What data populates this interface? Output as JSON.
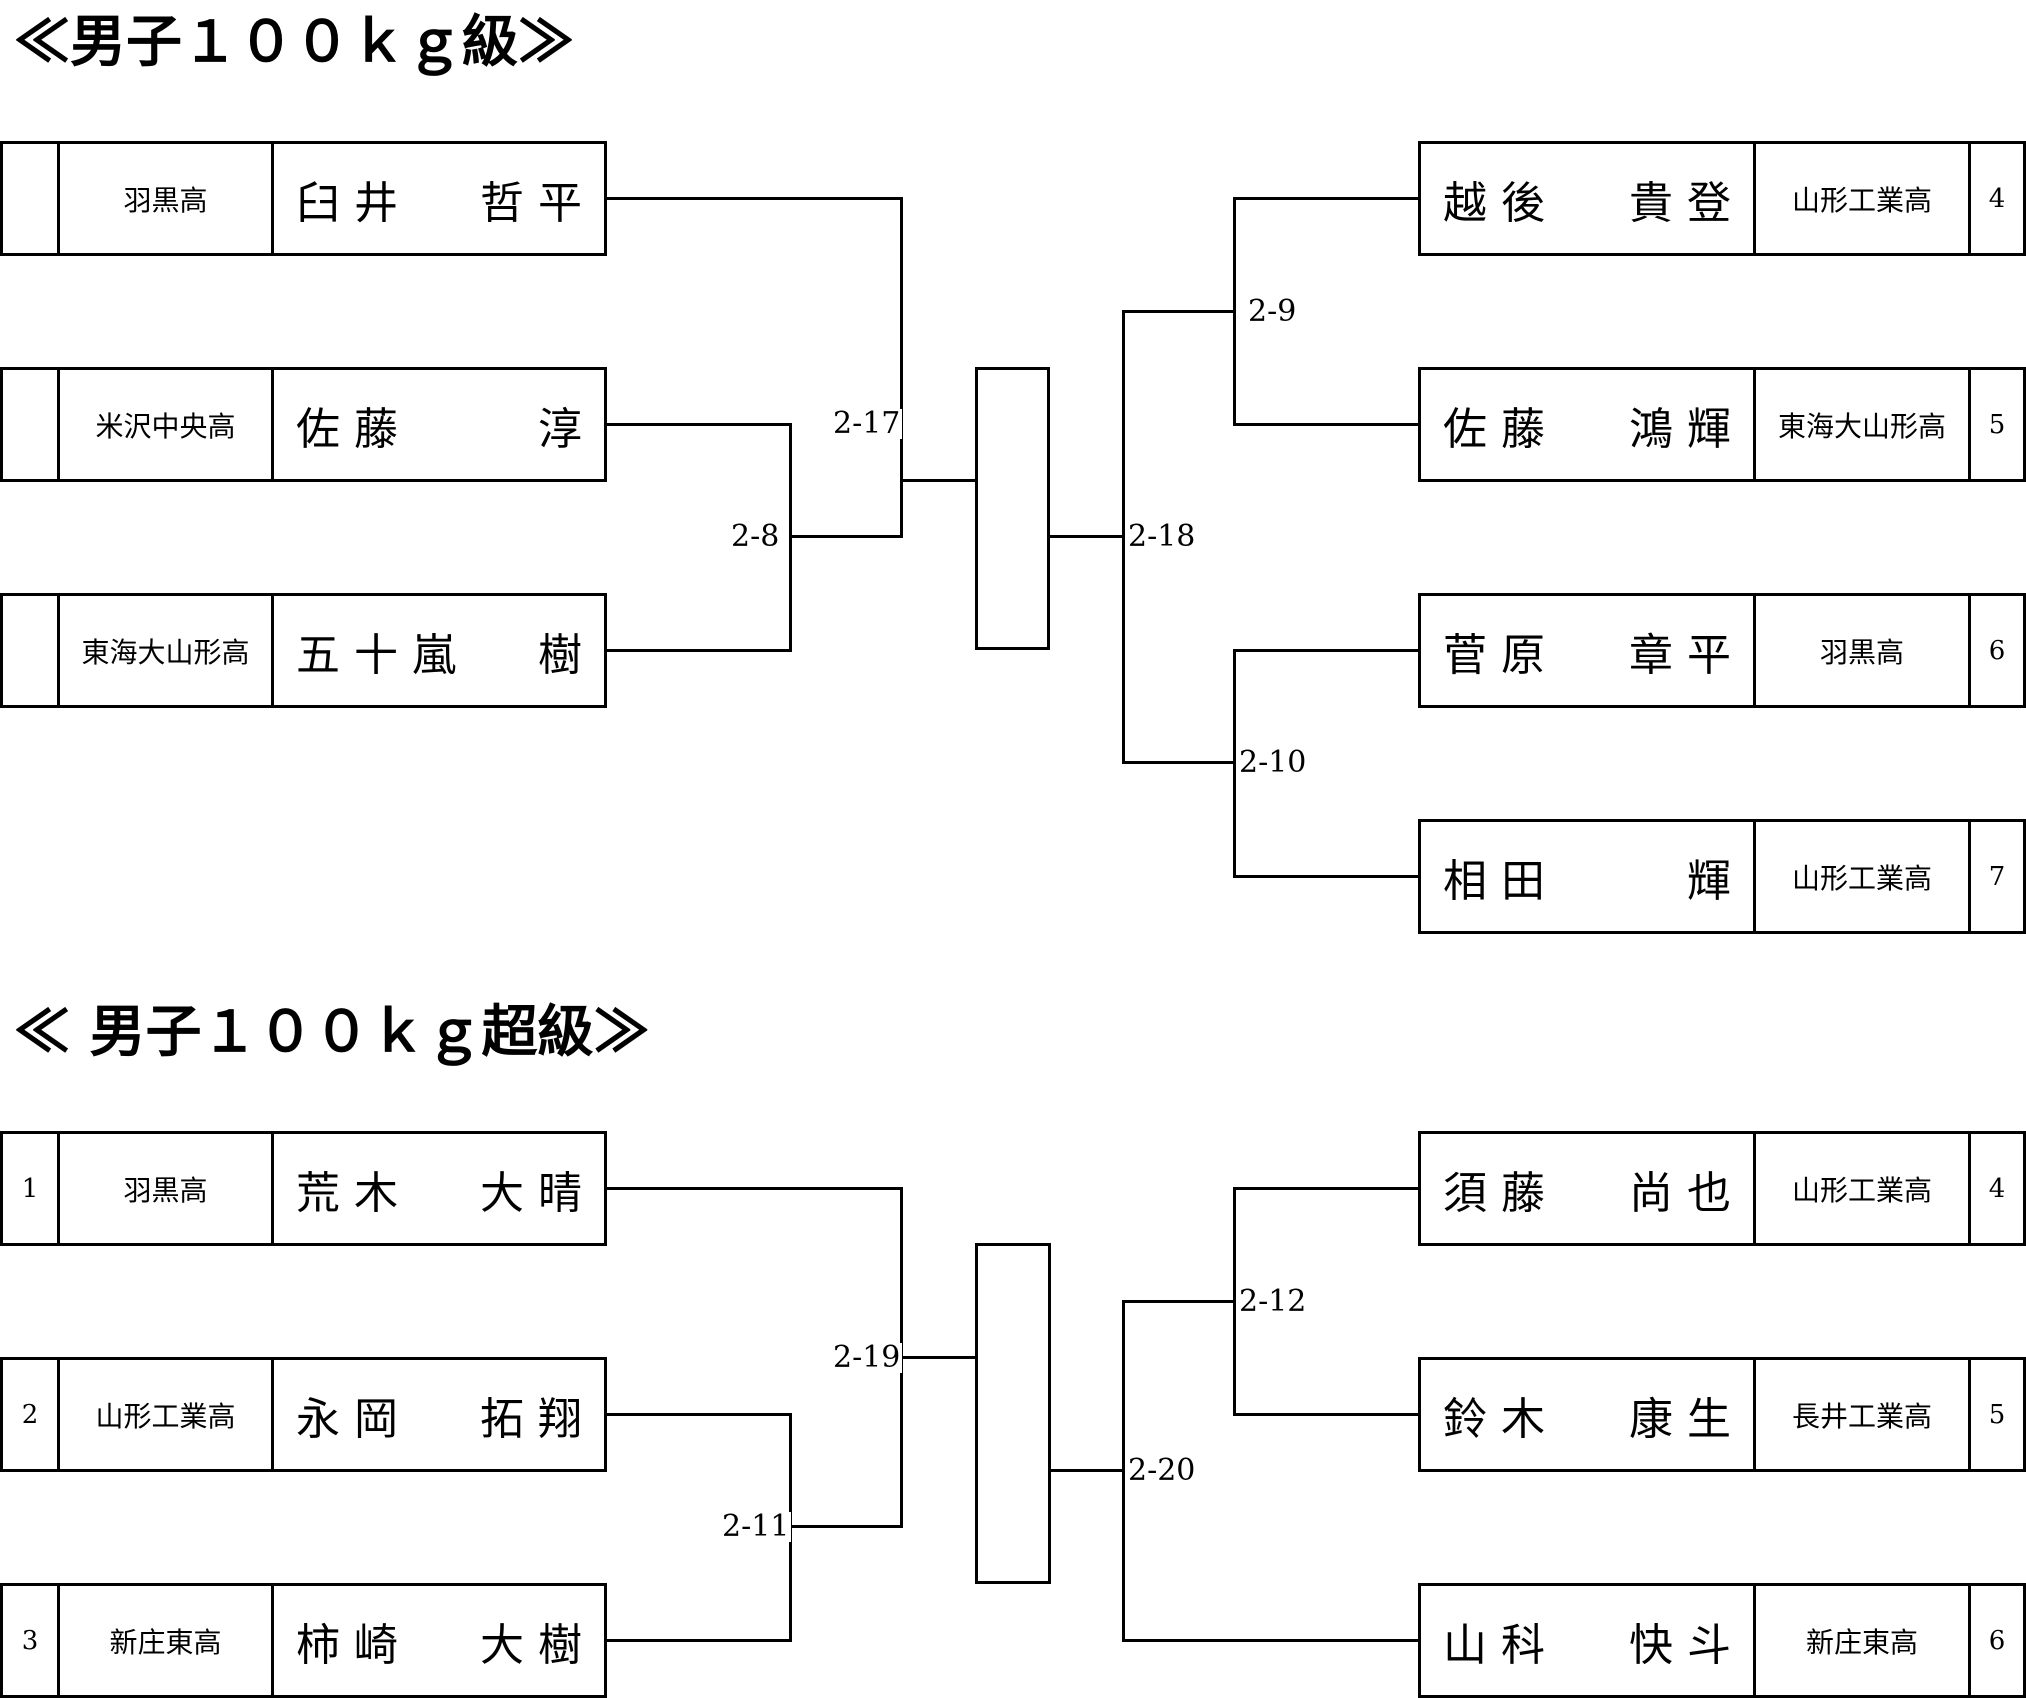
{
  "sections": [
    {
      "title": "≪男子１００ｋｇ級≫",
      "left": [
        {
          "seed": "",
          "school": "羽黒高",
          "family": "臼 井",
          "given": "哲 平"
        },
        {
          "seed": "",
          "school": "米沢中央高",
          "family": "佐 藤",
          "given": "淳"
        },
        {
          "seed": "",
          "school": "東海大山形高",
          "family": "五 十 嵐",
          "given": "樹"
        }
      ],
      "right": [
        {
          "seed": "4",
          "school": "山形工業高",
          "family": "越 後",
          "given": "貴 登"
        },
        {
          "seed": "5",
          "school": "東海大山形高",
          "family": "佐 藤",
          "given": "鴻 輝"
        },
        {
          "seed": "6",
          "school": "羽黒高",
          "family": "菅 原",
          "given": "章 平"
        },
        {
          "seed": "7",
          "school": "山形工業高",
          "family": "相 田",
          "given": "輝"
        }
      ],
      "matches": {
        "l1": "2-8",
        "l2": "2-17",
        "r1": "2-9",
        "r2": "2-10",
        "r3": "2-18"
      }
    },
    {
      "title": "≪ 男子１００ｋｇ超級≫",
      "left": [
        {
          "seed": "1",
          "school": "羽黒高",
          "family": "荒 木",
          "given": "大 晴"
        },
        {
          "seed": "2",
          "school": "山形工業高",
          "family": "永 岡",
          "given": "拓 翔"
        },
        {
          "seed": "3",
          "school": "新庄東高",
          "family": "柿 崎",
          "given": "大 樹"
        }
      ],
      "right": [
        {
          "seed": "4",
          "school": "山形工業高",
          "family": "須 藤",
          "given": "尚 也"
        },
        {
          "seed": "5",
          "school": "長井工業高",
          "family": "鈴 木",
          "given": "康 生"
        },
        {
          "seed": "6",
          "school": "新庄東高",
          "family": "山 科",
          "given": "快 斗"
        }
      ],
      "matches": {
        "l1": "2-11",
        "l2": "2-19",
        "r1": "2-12",
        "r3": "2-20"
      }
    }
  ]
}
